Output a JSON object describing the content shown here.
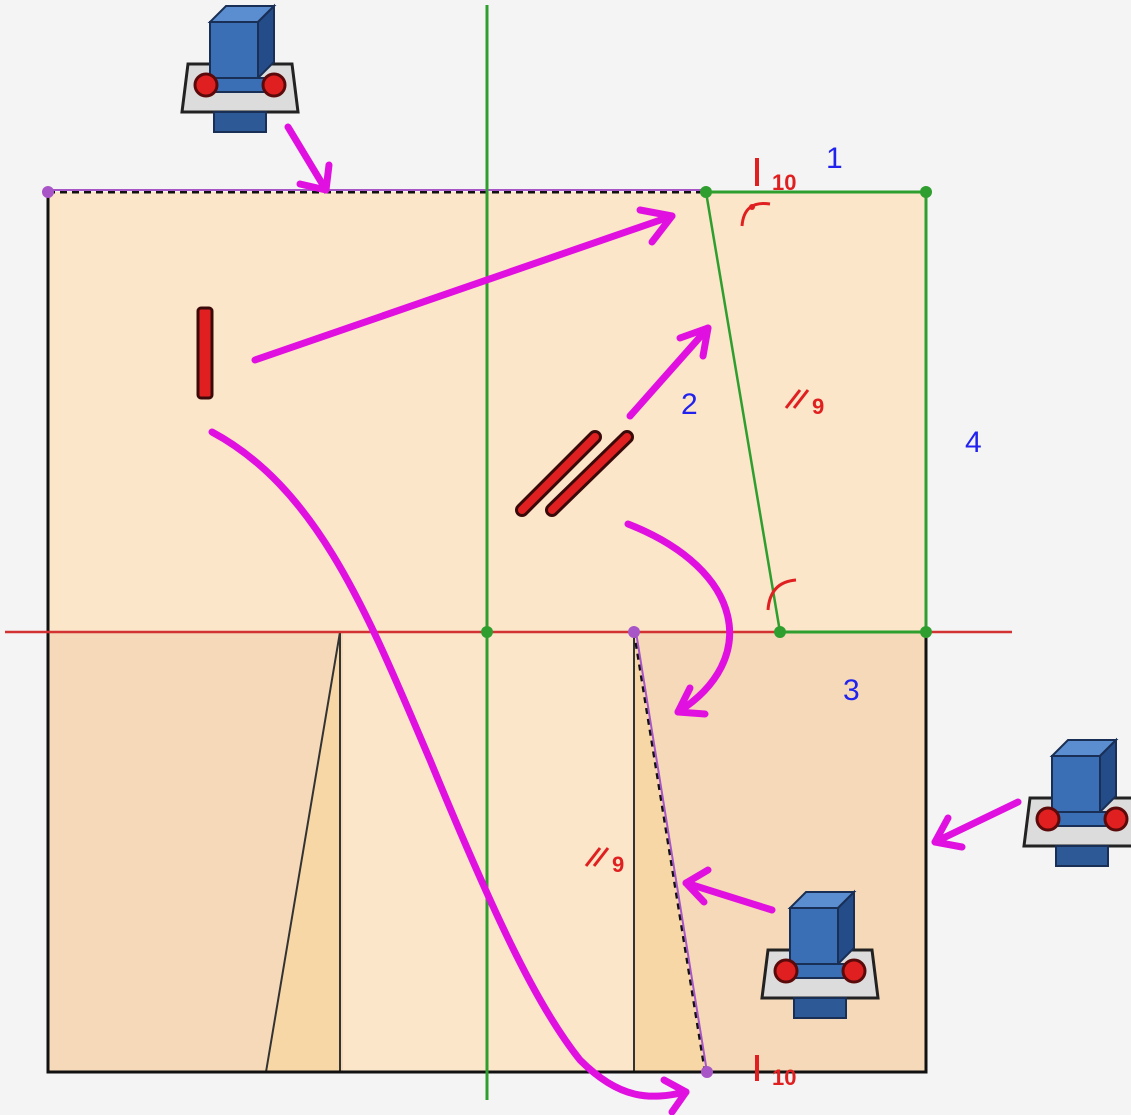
{
  "labels": {
    "region_1": "1",
    "region_2": "2",
    "region_3": "3",
    "region_4": "4"
  },
  "marks": {
    "perp_top": "10",
    "perp_bottom": "10",
    "parallel_right": "9",
    "parallel_bottom": "9"
  },
  "colors": {
    "background": "#f4f4f4",
    "paper_light": "#fbe6c9",
    "paper_dark": "#f5d9b8",
    "fold_fill": "#f8d7a6",
    "axis_green": "#2e9e2e",
    "axis_red": "#d23232",
    "segment_purple": "#a855c8",
    "arrow_magenta": "#e010e0",
    "label_blue": "#2222ee",
    "mark_red": "#e02020",
    "point_green": "#2e9e2e",
    "point_purple": "#a855c8",
    "robot_blue": "#3a6fb5",
    "robot_wheel": "#e02020"
  },
  "icons": [
    "robot-camera-icon",
    "parallel-tool-icon",
    "perpendicular-tool-icon"
  ]
}
